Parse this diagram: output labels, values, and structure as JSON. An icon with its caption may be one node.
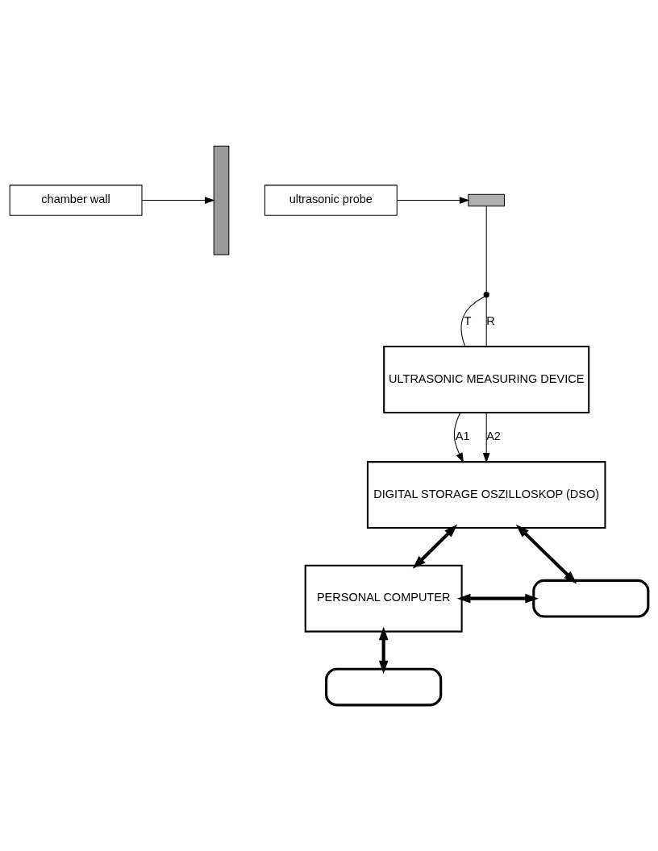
{
  "diagram": {
    "nodes": [
      {
        "text": [
          "chamber wall"
        ]
      },
      {
        "text": [
          "ultrasonic probe"
        ]
      },
      {
        "text": [],
        "shape": "bar"
      },
      {
        "text": [],
        "shape": "box"
      },
      {
        "text": [],
        "shape": "circle"
      },
      {
        "text": [
          "ULTRASONIC MEASURING DEVICE"
        ]
      },
      {
        "text": [
          "DIGITAL STORAGE OSZILLOSKOP (DSO)"
        ]
      },
      {
        "text": [
          "PERSONAL COMPUTER"
        ]
      },
      {
        "text": [],
        "shape": "box"
      },
      {
        "text": [],
        "shape": "box"
      }
    ],
    "edges": [
      {
        "from": 0,
        "to": 2,
        "arrow": "to"
      },
      {
        "from": 1,
        "to": 3,
        "arrow": "to"
      },
      {
        "from": 3,
        "to": 4,
        "arrow": "none"
      },
      {
        "from": 4,
        "to": 5,
        "arrow": "none",
        "label": "T"
      },
      {
        "from": 4,
        "to": 5,
        "arrow": "none",
        "label": "R"
      },
      {
        "from": 5,
        "to": 6,
        "arrow": "to",
        "label": "A1"
      },
      {
        "from": 5,
        "to": 6,
        "arrow": "to",
        "label": "A2"
      },
      {
        "from": 6,
        "to": 7,
        "arrow": "both",
        "style": "thick"
      },
      {
        "from": 6,
        "to": 8,
        "arrow": "both",
        "style": "thick"
      },
      {
        "from": 7,
        "to": 8,
        "arrow": "both",
        "style": "thick"
      },
      {
        "from": 7,
        "to": 9,
        "arrow": "both",
        "style": "thick"
      }
    ]
  }
}
